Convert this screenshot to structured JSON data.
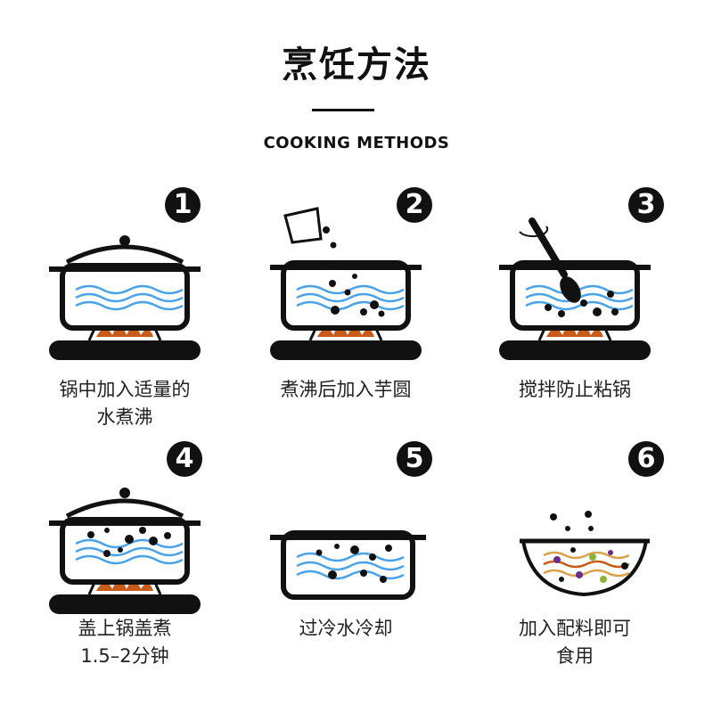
{
  "header": {
    "title": "烹饪方法",
    "subtitle": "COOKING METHODS"
  },
  "colors": {
    "water": "#4aa3e8",
    "flame": "#c85a1a",
    "ink": "#111111"
  },
  "steps": [
    {
      "number": "1",
      "line1": "锅中加入适量的",
      "line2": "水煮沸"
    },
    {
      "number": "2",
      "line1": "煮沸后加入芋圆",
      "line2": ""
    },
    {
      "number": "3",
      "line1": "搅拌防止粘锅",
      "line2": ""
    },
    {
      "number": "4",
      "line1": "盖上锅盖煮",
      "line2": "1.5–2分钟"
    },
    {
      "number": "5",
      "line1": "过冷水冷却",
      "line2": ""
    },
    {
      "number": "6",
      "line1": "加入配料即可",
      "line2": "食用"
    }
  ]
}
